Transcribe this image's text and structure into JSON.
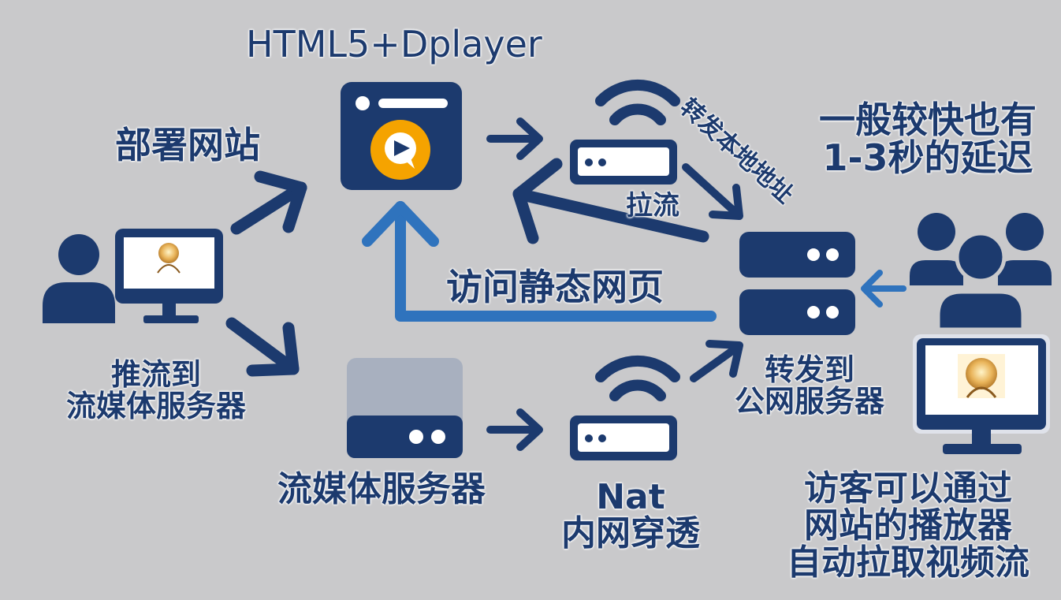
{
  "title": "HTML5+Dplayer",
  "labels": {
    "deploy_site": "部署网站",
    "push_stream": "推流到\n流媒体服务器",
    "media_server": "流媒体服务器",
    "nat": "Nat\n内网穿透",
    "pull_stream": "拉流",
    "forward_local": "转发本地地址",
    "visit_static": "访问静态网页",
    "latency_note": "一般较快也有\n1-3秒的延迟",
    "forward_public": "转发到\n公网服务器",
    "visitor_note": "访客可以通过\n网站的播放器\n自动拉取视频流"
  },
  "colors": {
    "background": "#c9c9cb",
    "navy": "#1c3a6e",
    "blue_arrow": "#2f73bd",
    "play_orange": "#f5a300",
    "light_panel": "#a8b0bf"
  },
  "icons": {
    "presenter": "user-monitor-icon",
    "player_window": "browser-play-icon",
    "media_server": "server-icon",
    "router_top": "wifi-router-icon",
    "router_bottom": "wifi-router-icon",
    "public_server": "server-rack-icon",
    "visitors": "user-group-icon",
    "viewer_monitor": "monitor-icon"
  }
}
